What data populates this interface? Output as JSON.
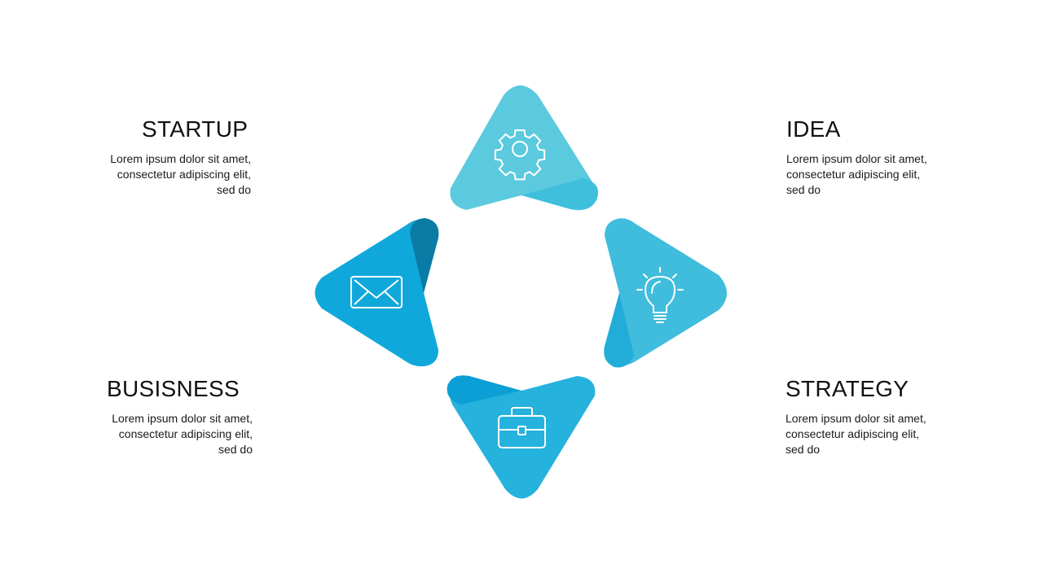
{
  "steps": [
    {
      "title": "STARTUP",
      "description": "Lorem ipsum dolor sit amet,\nconsectetur adipiscing elit,\nsed do",
      "icon": "gear-icon",
      "color": "#5bc9de"
    },
    {
      "title": "IDEA",
      "description": "Lorem ipsum dolor sit amet,\nconsectetur adipiscing elit,\nsed do",
      "icon": "lightbulb-icon",
      "color": "#40bddc"
    },
    {
      "title": "STRATEGY",
      "description": "Lorem ipsum dolor sit amet,\nconsectetur adipiscing elit,\nsed do",
      "icon": "briefcase-icon",
      "color": "#25b2dc"
    },
    {
      "title": "BUSISNESS",
      "description": "Lorem ipsum dolor sit amet,\nconsectetur adipiscing elit,\nsed do",
      "icon": "envelope-icon",
      "color": "#10a8da"
    }
  ],
  "colors": {
    "top_fold": "#3fbfdc",
    "right_fold": "#22acd8",
    "bottom_fold": "#0c9fd6",
    "left_fold": "#0a7ba5",
    "icon_stroke": "#ffffff"
  }
}
